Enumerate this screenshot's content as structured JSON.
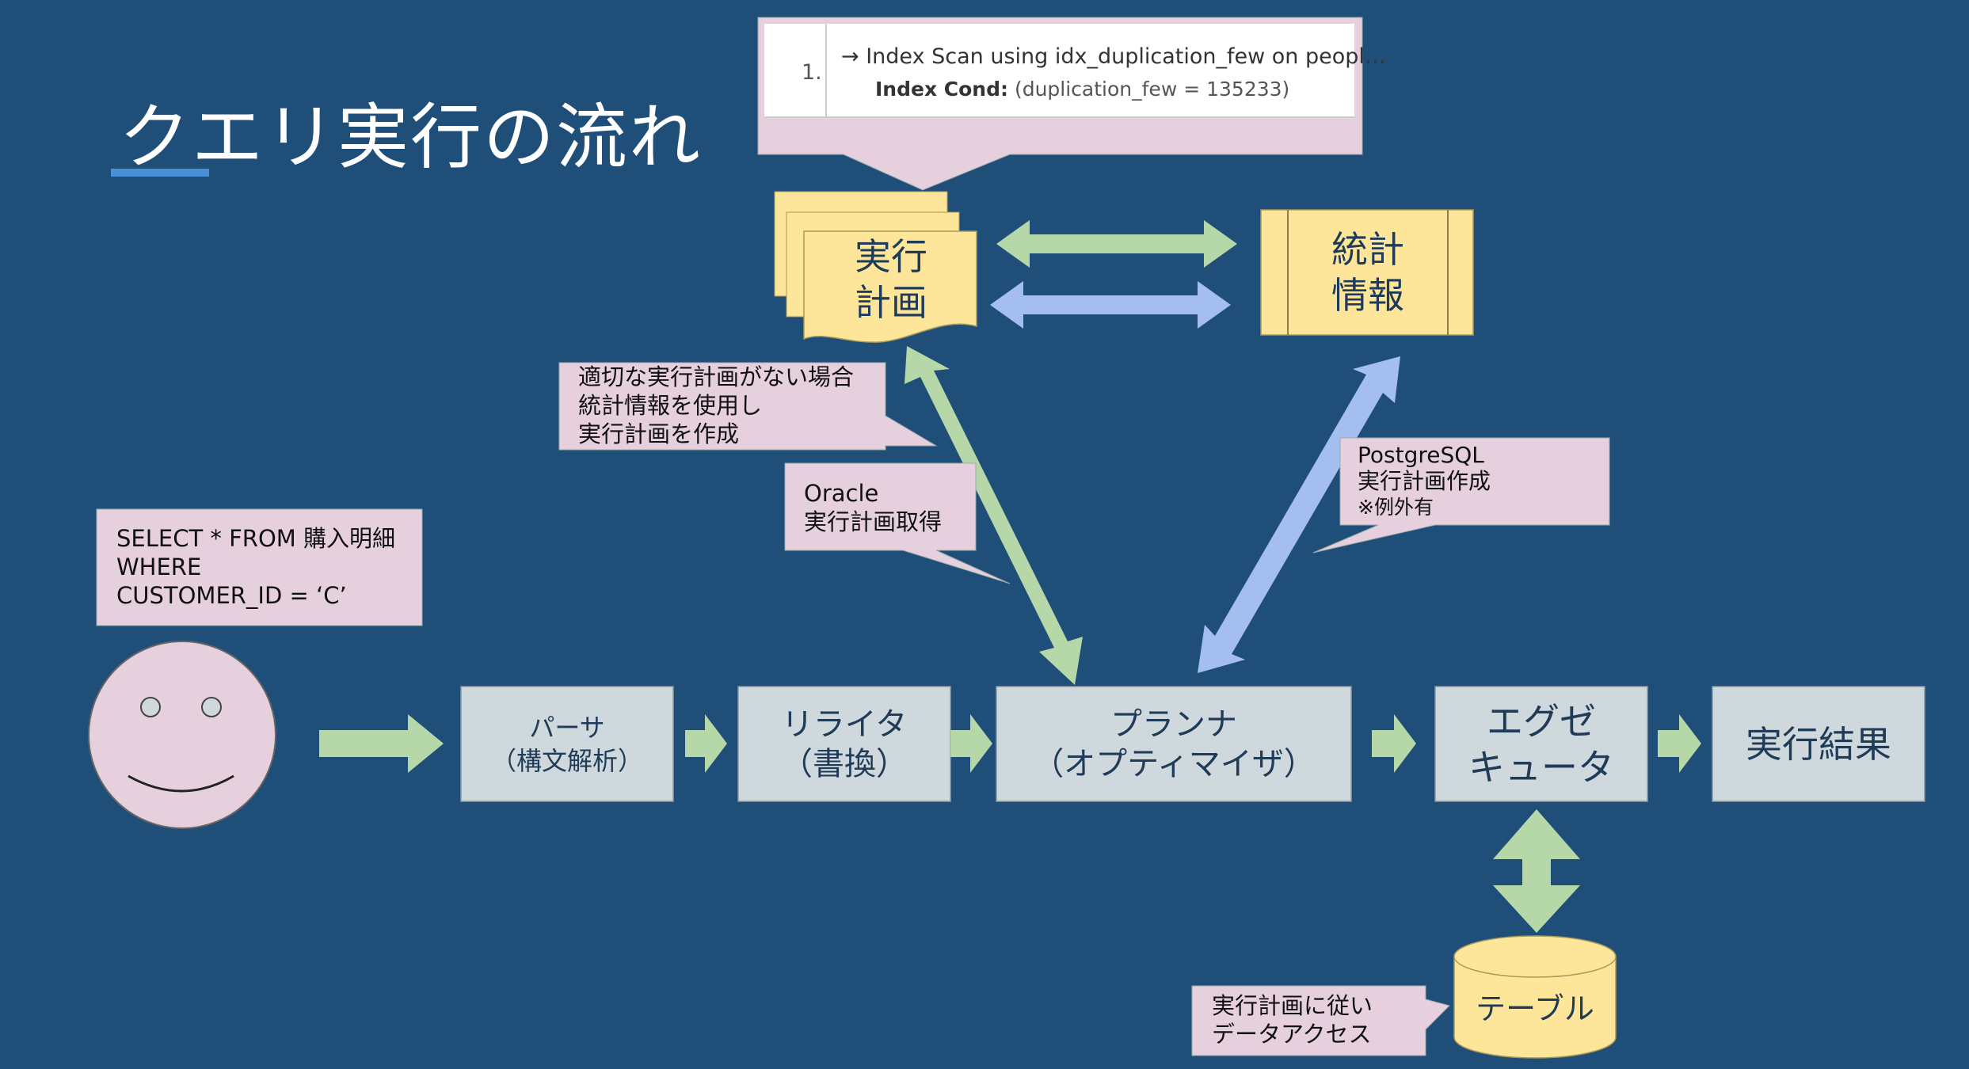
{
  "title": "クエリ実行の流れ",
  "plan_popup": {
    "row_number": "1.",
    "arrow": "→",
    "line1": "Index Scan using idx_duplication_few on peopl…",
    "cond_label": "Index Cond:",
    "cond_value": "(duplication_few = 135233)"
  },
  "exec_plan": {
    "line1": "実行",
    "line2": "計画"
  },
  "statistics": {
    "line1": "統計",
    "line2": "情報"
  },
  "pipeline": {
    "parser": {
      "line1": "パーサ",
      "line2": "（構文解析）"
    },
    "rewriter": {
      "line1": "リライタ",
      "line2": "（書換）"
    },
    "planner": {
      "line1": "プランナ",
      "line2": "（オプティマイザ）"
    },
    "executor": {
      "line1": "エグゼ",
      "line2": "キュータ"
    },
    "result": "実行結果"
  },
  "table": "テーブル",
  "callouts": {
    "sql": [
      "SELECT * FROM 購入明細",
      "WHERE",
      "CUSTOMER_ID = ‘C’"
    ],
    "no_plan": [
      "適切な実行計画がない場合",
      "統計情報を使用し",
      "実行計画を作成"
    ],
    "oracle": [
      "Oracle",
      "実行計画取得"
    ],
    "postgres": [
      "PostgreSQL",
      "実行計画作成",
      "※例外有"
    ],
    "table_access": [
      "実行計画に従い",
      "データアクセス"
    ]
  },
  "colors": {
    "background": "#1f4e79",
    "box_gray": "#cfd8dc",
    "callout_pink": "#e6d0dd",
    "doc_yellow": "#fde69a",
    "arrow_green": "#b6d7a8",
    "arrow_blue": "#a4bfef"
  },
  "icons": {
    "user": "smiley-face-icon",
    "table": "database-cylinder-icon",
    "plan": "document-stack-icon"
  }
}
